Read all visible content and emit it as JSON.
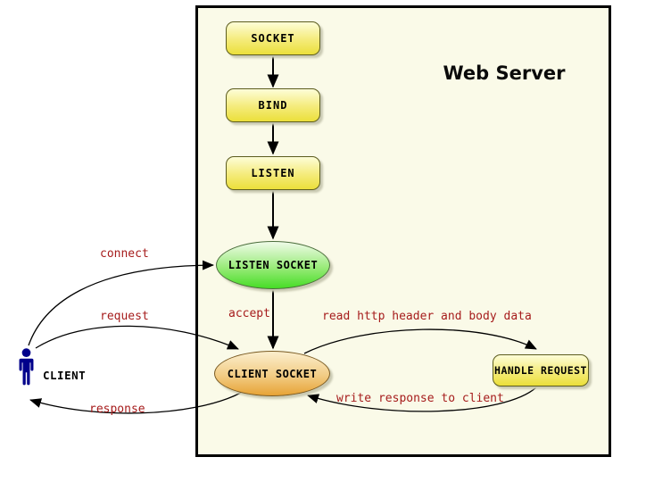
{
  "diagram": {
    "title": "Web Server",
    "client": {
      "label": "CLIENT",
      "icon": "person-icon",
      "color": "#00008b"
    },
    "nodes": {
      "socket": {
        "label": "SOCKET",
        "shape": "rounded-rect",
        "fill_top": "#fdfdd8",
        "fill_bottom": "#ebdf3a"
      },
      "bind": {
        "label": "BIND",
        "shape": "rounded-rect",
        "fill_top": "#fdfdd8",
        "fill_bottom": "#ebdf3a"
      },
      "listen": {
        "label": "LISTEN",
        "shape": "rounded-rect",
        "fill_top": "#fdfdd8",
        "fill_bottom": "#ebdf3a"
      },
      "listen_socket": {
        "label": "LISTEN SOCKET",
        "shape": "ellipse",
        "fill_top": "#effbe9",
        "fill_bottom": "#46dd26"
      },
      "client_socket": {
        "label": "CLIENT SOCKET",
        "shape": "ellipse",
        "fill_top": "#fbeecd",
        "fill_bottom": "#e7a336"
      },
      "handle_request": {
        "label": "HANDLE REQUEST",
        "shape": "rounded-rect",
        "fill_top": "#fdfdd8",
        "fill_bottom": "#ebdf3a"
      }
    },
    "edges": {
      "socket_to_bind": {
        "label": ""
      },
      "bind_to_listen": {
        "label": ""
      },
      "listen_to_listen_socket": {
        "label": ""
      },
      "accept": {
        "label": "accept",
        "from": "listen_socket",
        "to": "client_socket"
      },
      "connect": {
        "label": "connect",
        "from": "client",
        "to": "listen_socket"
      },
      "request": {
        "label": "request",
        "from": "client",
        "to": "client_socket"
      },
      "response": {
        "label": "response",
        "from": "client_socket",
        "to": "client"
      },
      "read": {
        "label": "read http header and body data",
        "from": "client_socket",
        "to": "handle_request"
      },
      "write": {
        "label": "write response to client",
        "from": "handle_request",
        "to": "client_socket"
      }
    },
    "colors": {
      "canvas_bg": "#ffffff",
      "server_bg": "#fafae8",
      "server_border": "#000000",
      "edge_label": "#a61c1c",
      "arrow": "#000000"
    }
  }
}
